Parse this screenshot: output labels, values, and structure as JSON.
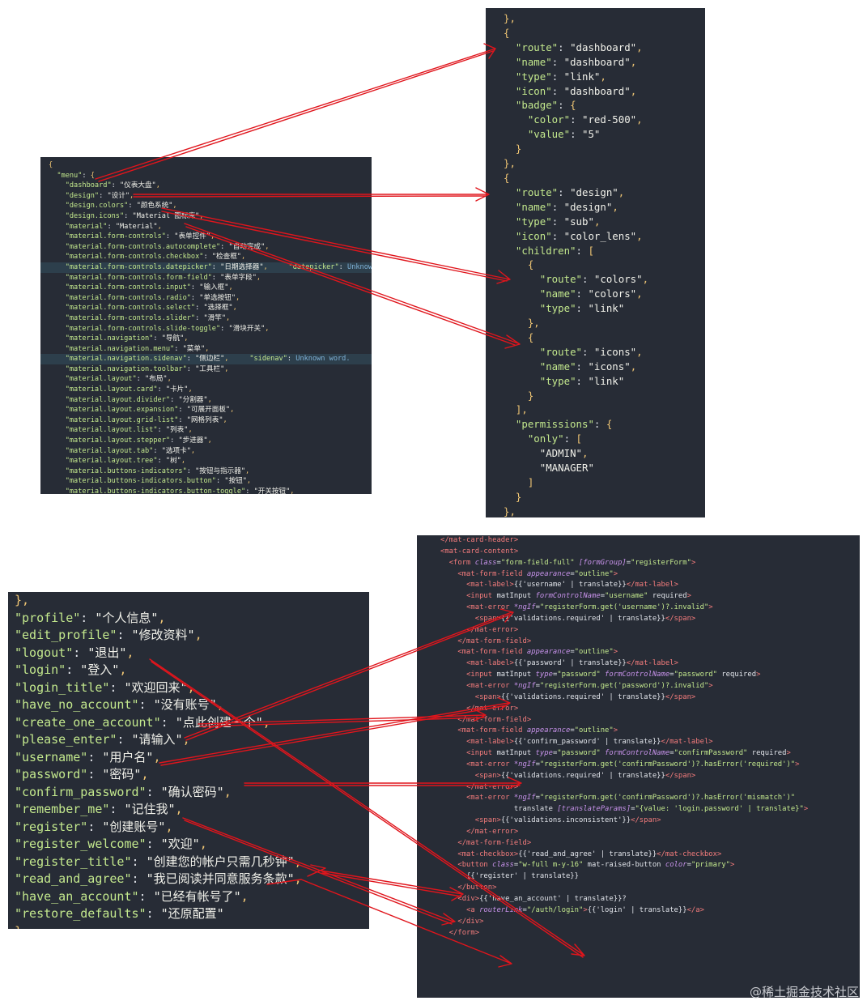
{
  "menu_panel": {
    "lines": [
      "{",
      "  \"menu\": {",
      "    \"dashboard\": \"仪表大盘\",",
      "    \"design\": \"设计\",",
      "    \"design.colors\": \"颜色系统\",",
      "    \"design.icons\": \"Material 图标库\",",
      "    \"material\": \"Material\",",
      "    \"material.form-controls\": \"表单控件\",",
      "    \"material.form-controls.autocomplete\": \"自动完成\",",
      "    \"material.form-controls.checkbox\": \"检查框\",",
      "    \"material.form-controls.datepicker\": \"日期选择器\",     \"datepicker\": Unknown",
      "    \"material.form-controls.form-field\": \"表单字段\",",
      "    \"material.form-controls.input\": \"输入框\",",
      "    \"material.form-controls.radio\": \"单选按钮\",",
      "    \"material.form-controls.select\": \"选择框\",",
      "    \"material.form-controls.slider\": \"滑竿\",",
      "    \"material.form-controls.slide-toggle\": \"滑块开关\",",
      "    \"material.navigation\": \"导航\",",
      "    \"material.navigation.menu\": \"菜单\",",
      "    \"material.navigation.sidenav\": \"侧边栏\",     \"sidenav\": Unknown word.",
      "    \"material.navigation.toolbar\": \"工具栏\",",
      "    \"material.layout\": \"布局\",",
      "    \"material.layout.card\": \"卡片\",",
      "    \"material.layout.divider\": \"分割器\",",
      "    \"material.layout.expansion\": \"可展开面板\",",
      "    \"material.layout.grid-list\": \"网格列表\",",
      "    \"material.layout.list\": \"列表\",",
      "    \"material.layout.stepper\": \"步进器\",",
      "    \"material.layout.tab\": \"选项卡\",",
      "    \"material.layout.tree\": \"树\",",
      "    \"material.buttons-indicators\": \"按钮与指示器\",",
      "    \"material.buttons-indicators.button\": \"按钮\",",
      "    \"material.buttons-indicators.button-toggle\": \"开关按钮\","
    ]
  },
  "route_panel": {
    "lines": [
      "},",
      "{",
      "  \"route\": \"dashboard\",",
      "  \"name\": \"dashboard\",",
      "  \"type\": \"link\",",
      "  \"icon\": \"dashboard\",",
      "  \"badge\": {",
      "    \"color\": \"red-500\",",
      "    \"value\": \"5\"",
      "  }",
      "},",
      "{",
      "  \"route\": \"design\",",
      "  \"name\": \"design\",",
      "  \"type\": \"sub\",",
      "  \"icon\": \"color_lens\",",
      "  \"children\": [",
      "    {",
      "      \"route\": \"colors\",",
      "      \"name\": \"colors\",",
      "      \"type\": \"link\"",
      "    },",
      "    {",
      "      \"route\": \"icons\",",
      "      \"name\": \"icons\",",
      "      \"type\": \"link\"",
      "    }",
      "  ],",
      "  \"permissions\": {",
      "    \"only\": [",
      "      \"ADMIN\",",
      "      \"MANAGER\"",
      "    ]",
      "  }",
      "},",
      "{"
    ]
  },
  "i18n_panel": {
    "lines": [
      "},",
      "\"profile\": \"个人信息\",",
      "\"edit_profile\": \"修改资料\",",
      "\"logout\": \"退出\",",
      "\"login\": \"登入\",",
      "\"login_title\": \"欢迎回来\",",
      "\"have_no_account\": \"没有账号\",",
      "\"create_one_account\": \"点此创建一个\",",
      "\"please_enter\": \"请输入\",",
      "\"username\": \"用户名\",",
      "\"password\": \"密码\",",
      "\"confirm_password\": \"确认密码\",",
      "\"remember_me\": \"记住我\",",
      "\"register\": \"创建账号\",",
      "\"register_welcome\": \"欢迎\",",
      "\"register_title\": \"创建您的帐户只需几秒钟\",",
      "\"read_and_agree\": \"我已阅读并同意服务条款\",",
      "\"have_an_account\": \"已经有帐号了\",",
      "\"restore_defaults\": \"还原配置\"",
      "}"
    ]
  },
  "template_panel": {
    "lines": [
      "</mat-card-header>",
      "",
      "<mat-card-content>",
      "  <form class=\"form-field-full\" [formGroup]=\"registerForm\">",
      "    <mat-form-field appearance=\"outline\">",
      "      <mat-label>{{'username' | translate}}</mat-label>",
      "      <input matInput formControlName=\"username\" required>",
      "      <mat-error *ngIf=\"registerForm.get('username')?.invalid\">",
      "        <span>{{'validations.required' | translate}}</span>",
      "      </mat-error>",
      "    </mat-form-field>",
      "",
      "    <mat-form-field appearance=\"outline\">",
      "      <mat-label>{{'password' | translate}}</mat-label>",
      "      <input matInput type=\"password\" formControlName=\"password\" required>",
      "      <mat-error *ngIf=\"registerForm.get('password')?.invalid\">",
      "        <span>{{'validations.required' | translate}}</span>",
      "      </mat-error>",
      "    </mat-form-field>",
      "",
      "    <mat-form-field appearance=\"outline\">",
      "      <mat-label>{{'confirm_password' | translate}}</mat-label>",
      "      <input matInput type=\"password\" formControlName=\"confirmPassword\" required>",
      "      <mat-error *ngIf=\"registerForm.get('confirmPassword')?.hasError('required')\">",
      "        <span>{{'validations.required' | translate}}</span>",
      "      </mat-error>",
      "      <mat-error *ngIf=\"registerForm.get('confirmPassword')?.hasError('mismatch')\"",
      "                 translate [translateParams]=\"{value: 'login.password' | translate}\">",
      "        <span>{{'validations.inconsistent'}}</span>",
      "      </mat-error>",
      "    </mat-form-field>",
      "",
      "    <mat-checkbox>{{'read_and_agree' | translate}}</mat-checkbox>",
      "",
      "    <button class=\"w-full m-y-16\" mat-raised-button color=\"primary\">",
      "      {{'register' | translate}}",
      "    </button>",
      "",
      "    <div>{{'have_an_account' | translate}}?",
      "      <a routerLink=\"/auth/login\">{{'login' | translate}}</a>",
      "    </div>",
      "  </form>"
    ]
  },
  "watermark": "@稀土掘金技术社区",
  "colors": {
    "panel_bg": "#272c36",
    "arrow": "#e0151c",
    "key": "#c3e88d",
    "tag": "#f47c7c",
    "attr": "#c792ea"
  }
}
